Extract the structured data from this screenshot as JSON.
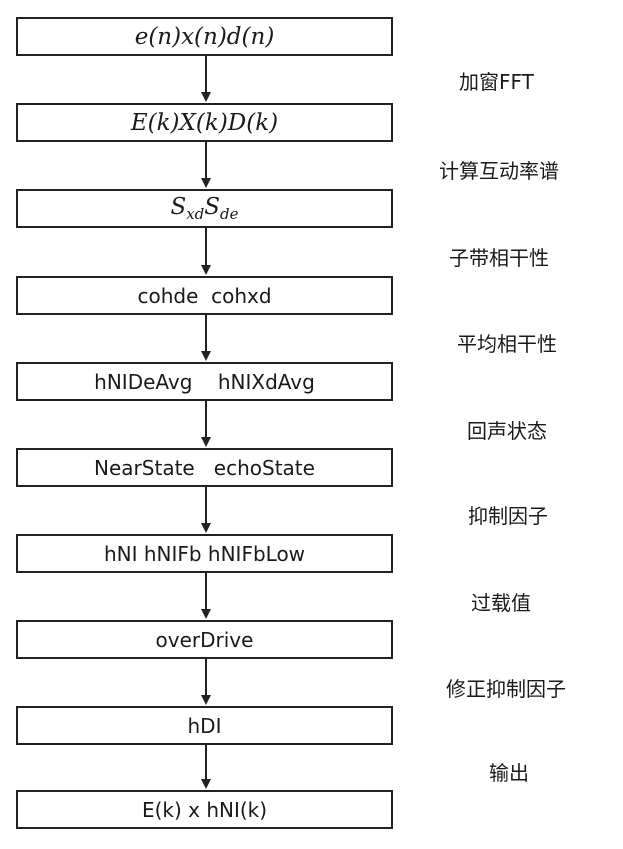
{
  "boxes": [
    {
      "id": "input-signals",
      "kind": "math",
      "text": "e(n)x(n)d(n)"
    },
    {
      "id": "spectra",
      "kind": "math",
      "text": "E(k)X(k)D(k)"
    },
    {
      "id": "cross-spectra",
      "kind": "math-sub",
      "parts": [
        {
          "base": "S",
          "sub": "xd"
        },
        {
          "base": "S",
          "sub": "de"
        }
      ]
    },
    {
      "id": "coherence",
      "kind": "plain",
      "text": "cohde  cohxd"
    },
    {
      "id": "avg-coherence",
      "kind": "plain",
      "text": "hNIDeAvg    hNIXdAvg"
    },
    {
      "id": "state",
      "kind": "plain",
      "text": "NearState   echoState"
    },
    {
      "id": "suppression",
      "kind": "plain",
      "text": "hNI hNIFb hNIFbLow"
    },
    {
      "id": "overdrive",
      "kind": "plain",
      "text": "overDrive"
    },
    {
      "id": "hdi",
      "kind": "plain",
      "text": "hDI"
    },
    {
      "id": "output",
      "kind": "plain",
      "text": "E(k) x hNI(k)"
    }
  ],
  "step_labels": [
    "加窗FFT",
    "计算互动率谱",
    "子带相干性",
    "平均相干性",
    "回声状态",
    "抑制因子",
    "过载值",
    "修正抑制因子",
    "输出"
  ],
  "colors": {
    "stroke": "#222222",
    "text": "#1a1a1a",
    "background": "#ffffff"
  }
}
